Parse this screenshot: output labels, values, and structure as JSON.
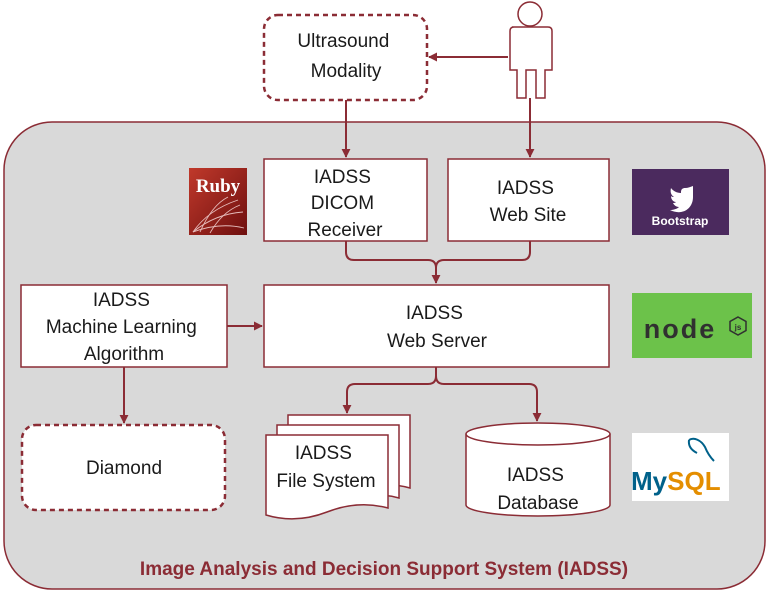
{
  "colors": {
    "accent": "#8b2c35",
    "container_fill": "#d9d9d9",
    "box_fill": "#ffffff"
  },
  "nodes": {
    "ultrasound": {
      "lines": [
        "Ultrasound",
        "Modality"
      ]
    },
    "person": {
      "icon": "person-icon"
    },
    "dicom": {
      "lines": [
        "IADSS",
        "DICOM",
        "Receiver"
      ]
    },
    "website": {
      "lines": [
        "IADSS",
        "Web Site"
      ]
    },
    "ml": {
      "lines": [
        "IADSS",
        "Machine Learning",
        "Algorithm"
      ]
    },
    "webserver": {
      "lines": [
        "IADSS",
        "Web Server"
      ]
    },
    "diamond": {
      "lines": [
        "Diamond"
      ]
    },
    "filesystem": {
      "lines": [
        "IADSS",
        "File System"
      ]
    },
    "database": {
      "lines": [
        "IADSS",
        "Database"
      ]
    }
  },
  "logos": {
    "ruby": {
      "text": "Ruby",
      "color": "#9b1c1c"
    },
    "bootstrap": {
      "text": "Bootstrap",
      "color": "#4b2a5e"
    },
    "node": {
      "text": "node",
      "color": "#5fa04e"
    },
    "mysql": {
      "text_my": "My",
      "text_sql": "SQL",
      "color_my": "#00618a",
      "color_sql": "#e48e00"
    }
  },
  "system_title": "Image Analysis and Decision Support System (IADSS)"
}
